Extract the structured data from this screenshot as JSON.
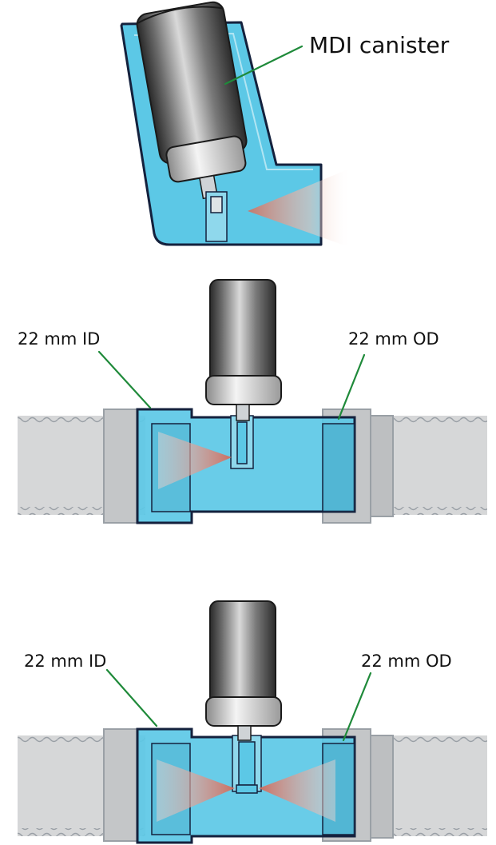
{
  "panel_top": {
    "canister_label": "MDI canister"
  },
  "panel_middle": {
    "left_label": "22 mm ID",
    "right_label": "22 mm OD"
  },
  "panel_bottom": {
    "left_label": "22 mm ID",
    "right_label": "22 mm OD"
  },
  "colors": {
    "chamber_fill": "#5cc8e6",
    "outline": "#14213d",
    "tubing": "#d6d7d8",
    "leader_line": "#1f8a3a",
    "spray": "#d98a7a"
  }
}
